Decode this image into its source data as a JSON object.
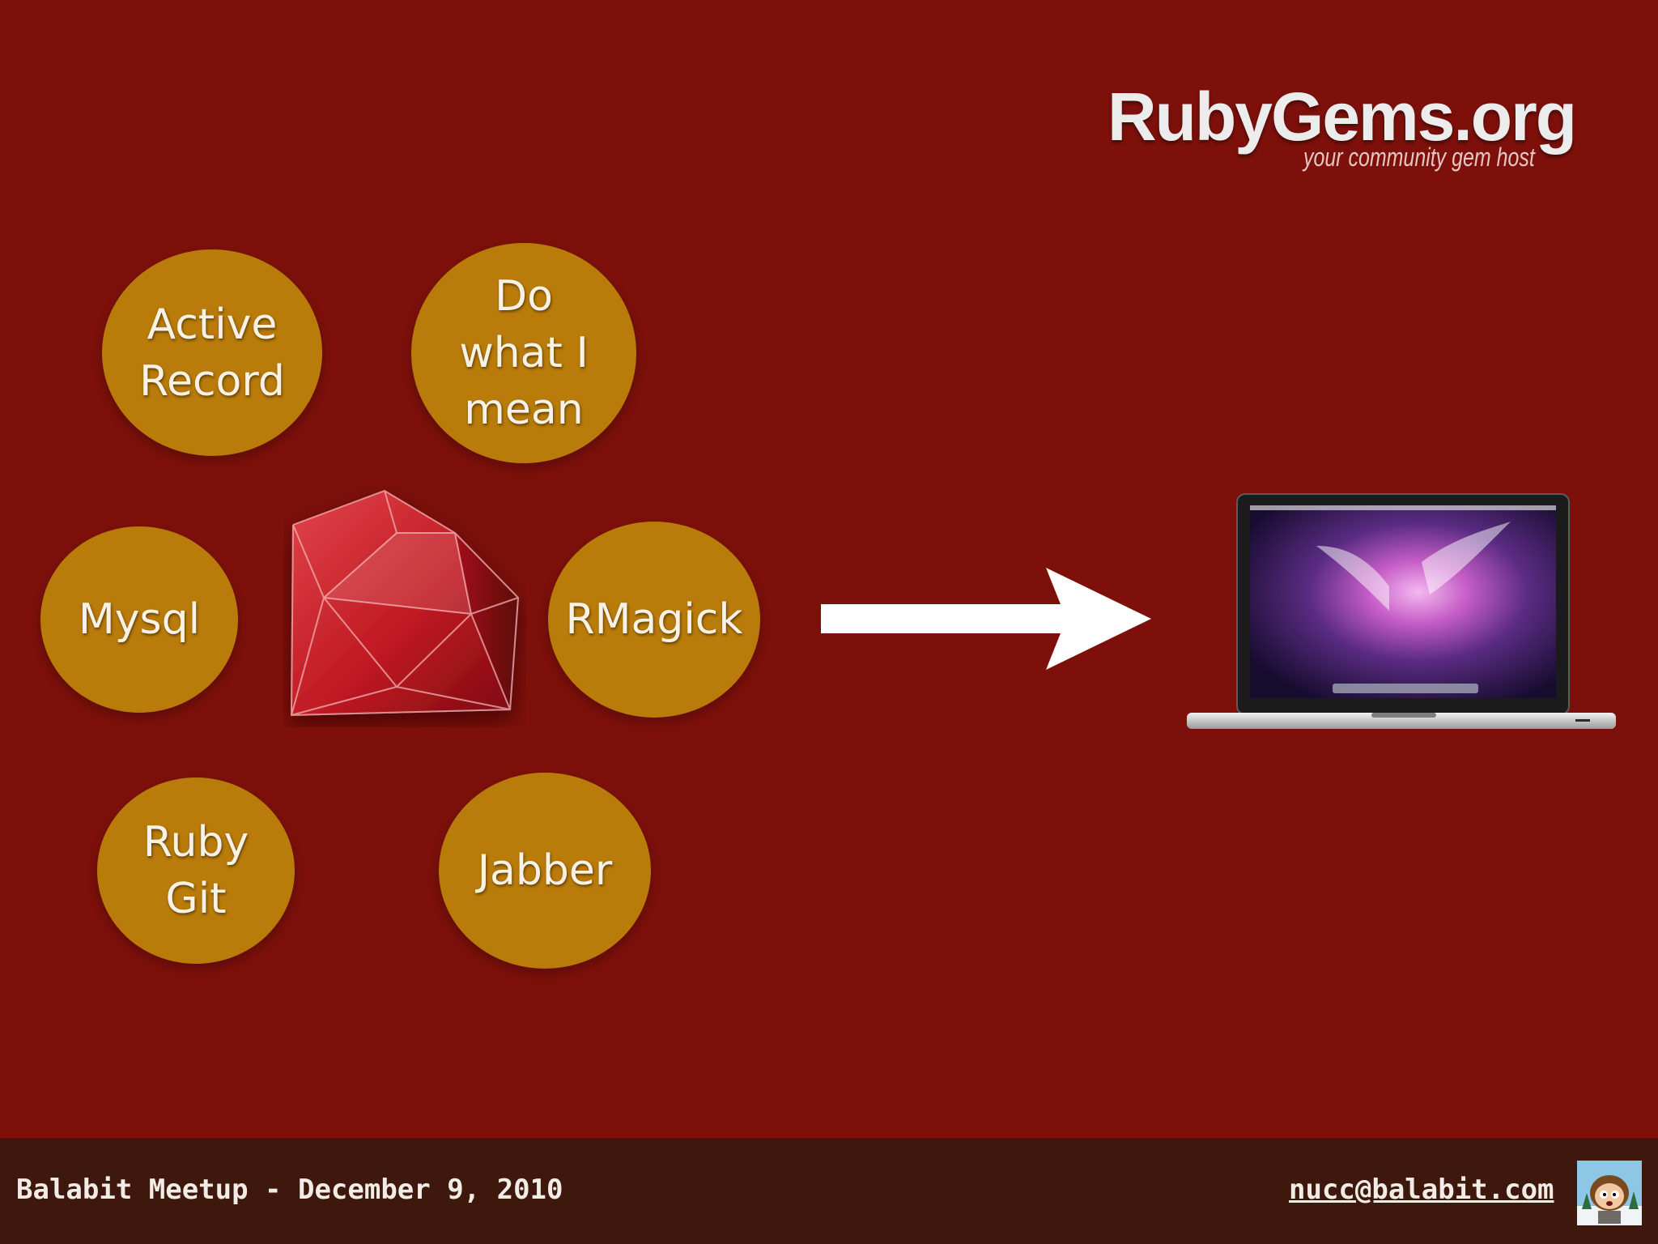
{
  "logo": {
    "main": "RubyGems.org",
    "tagline": "your community gem host"
  },
  "bubbles": {
    "active_record": [
      "Active",
      "Record"
    ],
    "dwim": [
      "Do",
      "what I",
      "mean"
    ],
    "mysql": [
      "Mysql"
    ],
    "rmagick": [
      "RMagick"
    ],
    "ruby_git": [
      "Ruby",
      "Git"
    ],
    "jabber": [
      "Jabber"
    ]
  },
  "footer": {
    "event": "Balabit Meetup - December 9, 2010",
    "email": "nucc@balabit.com"
  },
  "colors": {
    "background": "#7d100b",
    "bubble": "#b97b0a",
    "footer": "#3e170d"
  },
  "icons": {
    "gem": "ruby-gem-icon",
    "arrow": "right-arrow-icon",
    "laptop": "laptop-icon",
    "avatar": "avatar-icon"
  }
}
